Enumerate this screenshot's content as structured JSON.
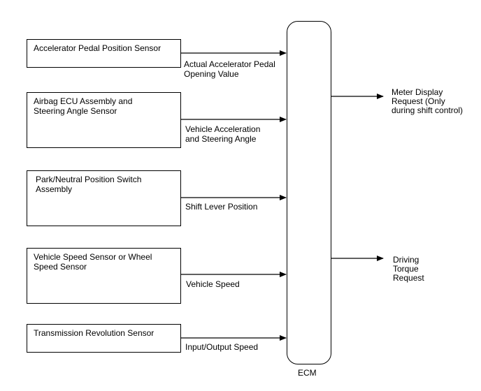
{
  "diagram": {
    "inputs": [
      {
        "box_lines": [
          "Accelerator Pedal Position Sensor"
        ],
        "signal_lines": [
          "Actual Accelerator Pedal",
          "Opening Value"
        ]
      },
      {
        "box_lines": [
          "Airbag ECU Assembly and",
          "Steering Angle Sensor"
        ],
        "signal_lines": [
          "Vehicle Acceleration",
          "and Steering Angle"
        ]
      },
      {
        "box_lines": [
          "Park/Neutral Position Switch",
          "Assembly"
        ],
        "signal_lines": [
          "Shift Lever Position"
        ]
      },
      {
        "box_lines": [
          "Vehicle Speed Sensor or Wheel",
          "Speed Sensor"
        ],
        "signal_lines": [
          "Vehicle Speed"
        ]
      },
      {
        "box_lines": [
          "Transmission Revolution Sensor"
        ],
        "signal_lines": [
          "Input/Output Speed"
        ]
      }
    ],
    "ecm_label": "ECM",
    "outputs": [
      {
        "lines": [
          "Meter Display",
          "Request (Only",
          "during shift control)"
        ]
      },
      {
        "lines": [
          "Driving",
          "Torque",
          "Request"
        ]
      }
    ]
  }
}
